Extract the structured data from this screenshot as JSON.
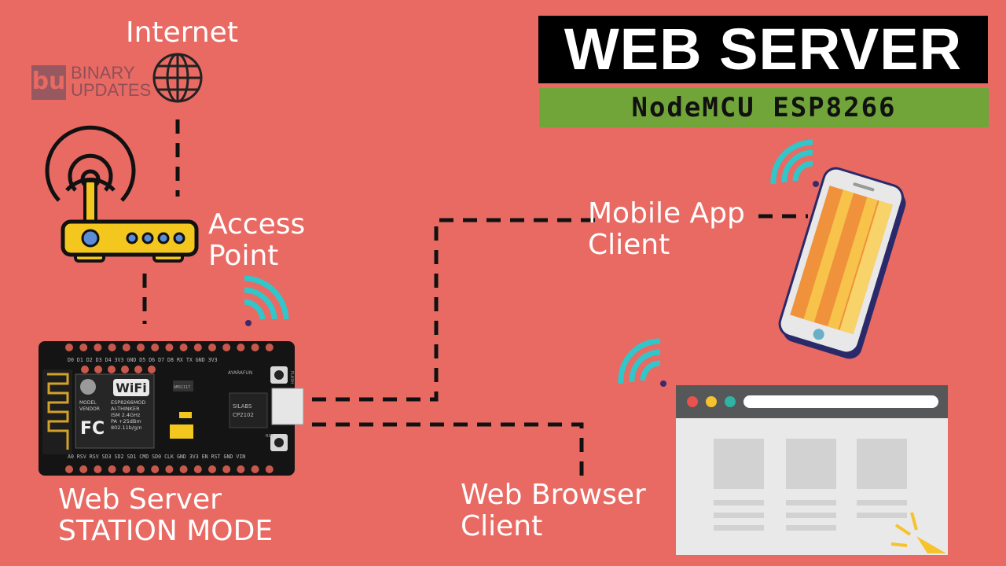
{
  "title": "WEB SERVER",
  "subtitle": "NodeMCU ESP8266",
  "brand": {
    "logo": "bu",
    "line1": "BINARY",
    "line2": "UPDATES"
  },
  "labels": {
    "internet": "Internet",
    "access_point": [
      "Access",
      "Point"
    ],
    "mobile_app": [
      "Mobile App",
      "Client"
    ],
    "web_browser": [
      "Web Browser",
      "Client"
    ],
    "web_server": [
      "Web Server",
      "STATION MODE"
    ]
  },
  "board": {
    "top_pins": "D0 D1 D2 D3 D4 3V3 GND D5 D6 D7 D8 RX TX GND 3V3",
    "bottom_pins": "A0 RSV RSV SD3 SD2 SD1 CMD SD0 CLK GND 3V3 EN RST GND VIN",
    "wifi_logo": "WiFi",
    "module_text": [
      "ESP8266MOD",
      "AI-THINKER",
      "ISM 2.4GHz",
      "PA +25dBm",
      "802.11b/g/n"
    ],
    "model_text": [
      "MODEL",
      "VENDOR"
    ],
    "fcc": "FC",
    "chip_text": [
      "SILABS",
      "CP2102"
    ],
    "brand_text": "AYARAFUN",
    "reg_text": "AMS1117",
    "flash": "FLASH",
    "rst": "RST"
  },
  "icons": [
    "globe-icon",
    "router-icon",
    "wifi-signal-icon",
    "smartphone-icon",
    "browser-window-icon",
    "nodemcu-board-icon"
  ],
  "colors": {
    "background": "#e86a63",
    "wifi": "#31c6c9",
    "router": "#f4c71f",
    "accent_green": "#71a53a"
  }
}
